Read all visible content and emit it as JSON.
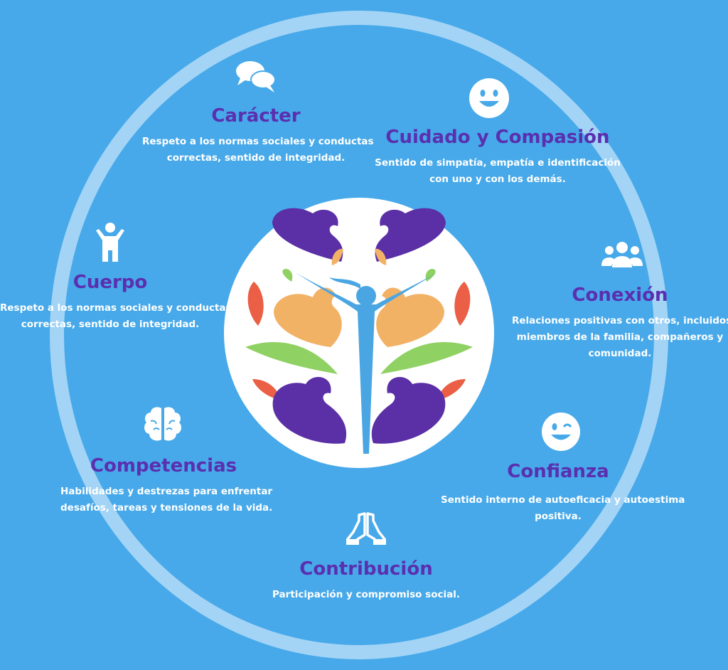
{
  "items": [
    {
      "title": "Carácter",
      "desc_lines": [
        "Respeto a los normas sociales y conductas",
        "correctas, sentido de integridad."
      ],
      "icon": "speech-bubbles-icon"
    },
    {
      "title": "Cuidado y Compasión",
      "desc_lines": [
        "Sentido de simpatía, empatía e identificación",
        "con uno y con los demás."
      ],
      "icon": "smiley-icon"
    },
    {
      "title": "Cuerpo",
      "desc_lines": [
        "Respeto a los normas sociales y conductas",
        "correctas, sentido de integridad."
      ],
      "icon": "person-icon"
    },
    {
      "title": "Conexión",
      "desc_lines": [
        "Relaciones positivas con otros, incluidos",
        "miembros de la familia, compañeros y",
        "comunidad."
      ],
      "icon": "group-icon"
    },
    {
      "title": "Competencias",
      "desc_lines": [
        "Habilidades y destrezas para enfrentar",
        "desafíos, tareas y tensiones de la vida."
      ],
      "icon": "brain-icon"
    },
    {
      "title": "Confianza",
      "desc_lines": [
        "Sentido interno de autoeficacia y autoestima",
        "positiva."
      ],
      "icon": "wink-icon"
    },
    {
      "title": "Contribución",
      "desc_lines": [
        "Participación y compromiso social."
      ],
      "icon": "praying-hands-icon"
    }
  ],
  "colors": {
    "background": "#47a9e9",
    "ring": "#a3d4f6",
    "title": "#5a2fb0",
    "purple": "#5b2fa6",
    "orange": "#f2b266",
    "green": "#8fd163",
    "red": "#ea5f45",
    "figure": "#4aa6e2"
  }
}
